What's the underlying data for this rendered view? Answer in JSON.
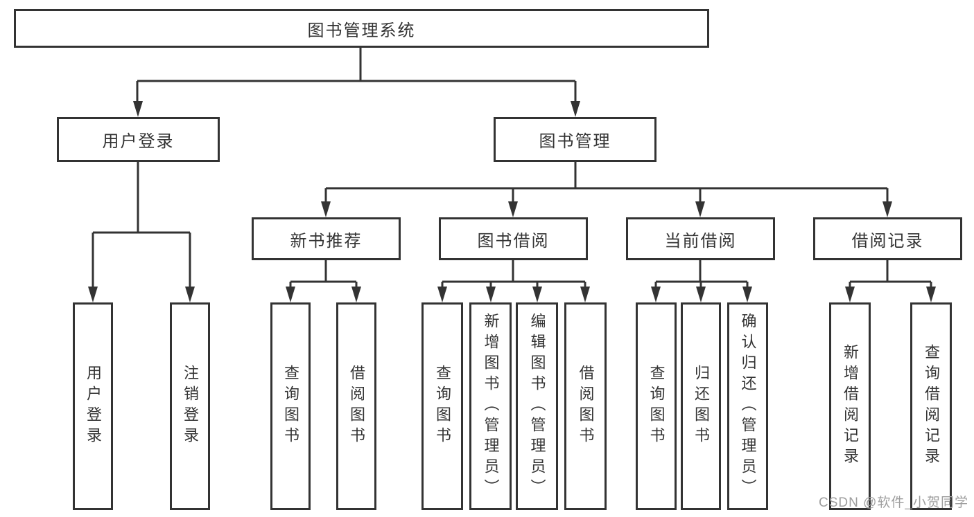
{
  "diagram": {
    "root": {
      "label": "图书管理系统"
    },
    "branches": [
      {
        "label": "用户登录"
      },
      {
        "label": "图书管理"
      }
    ],
    "modules": [
      {
        "label": "新书推荐"
      },
      {
        "label": "图书借阅"
      },
      {
        "label": "当前借阅"
      },
      {
        "label": "借阅记录"
      }
    ],
    "leaves": [
      {
        "label": "用户登录"
      },
      {
        "label": "注销登录"
      },
      {
        "label": "查询图书"
      },
      {
        "label": "借阅图书"
      },
      {
        "label": "查询图书"
      },
      {
        "label": "新增图书（管理员）"
      },
      {
        "label": "编辑图书（管理员）"
      },
      {
        "label": "借阅图书"
      },
      {
        "label": "查询图书"
      },
      {
        "label": "归还图书"
      },
      {
        "label": "确认归还（管理员）"
      },
      {
        "label": "新增借阅记录"
      },
      {
        "label": "查询借阅记录"
      }
    ]
  },
  "watermark": {
    "text": "CSDN @软件_小贺同学"
  },
  "colors": {
    "line": "#333333",
    "text": "#333333",
    "watermark": "#9e9e9e",
    "background": "#ffffff"
  }
}
